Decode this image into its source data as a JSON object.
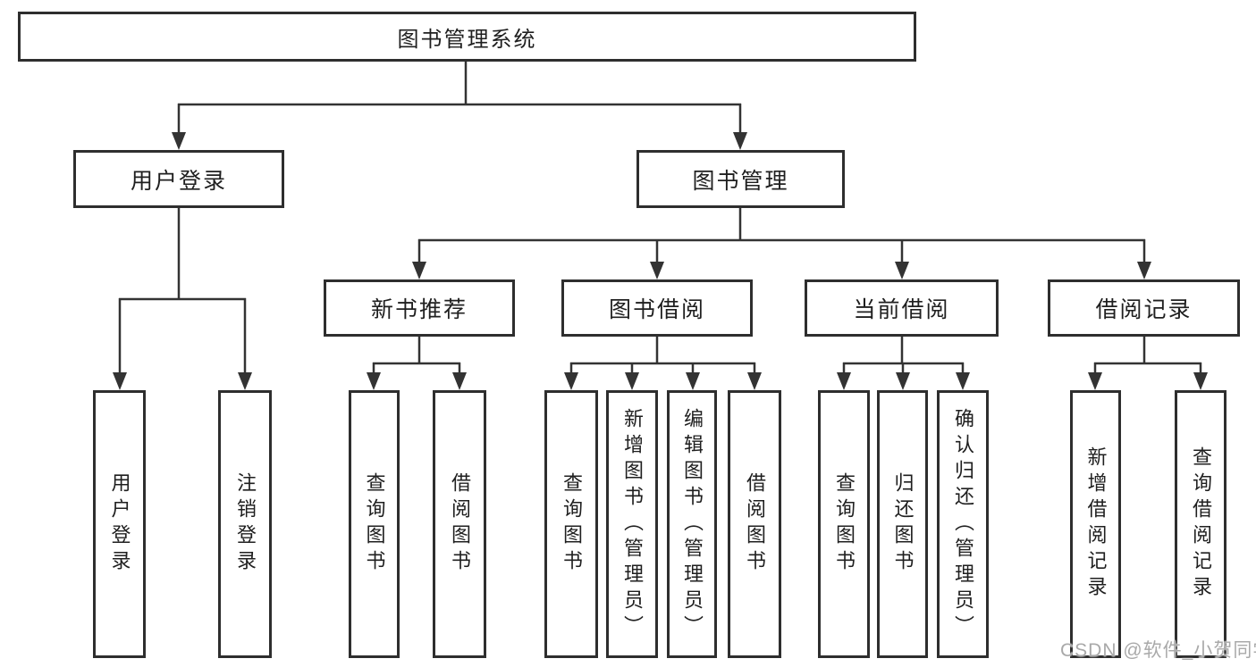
{
  "diagram": {
    "title": "图书管理系统",
    "children": [
      {
        "label": "用户登录",
        "children": [
          {
            "label": "用户登录"
          },
          {
            "label": "注销登录"
          }
        ]
      },
      {
        "label": "图书管理",
        "children": [
          {
            "label": "新书推荐",
            "children": [
              {
                "label": "查询图书"
              },
              {
                "label": "借阅图书"
              }
            ]
          },
          {
            "label": "图书借阅",
            "children": [
              {
                "label": "查询图书"
              },
              {
                "label": "新增图书（管理员）"
              },
              {
                "label": "编辑图书（管理员）"
              },
              {
                "label": "借阅图书"
              }
            ]
          },
          {
            "label": "当前借阅",
            "children": [
              {
                "label": "查询图书"
              },
              {
                "label": "归还图书"
              },
              {
                "label": "确认归还（管理员）"
              }
            ]
          },
          {
            "label": "借阅记录",
            "children": [
              {
                "label": "新增借阅记录"
              },
              {
                "label": "查询借阅记录"
              }
            ]
          }
        ]
      }
    ]
  },
  "watermark": {
    "text": "CSDN @软件_小贺同学"
  },
  "colors": {
    "line": "#333333",
    "border": "#2e2e2e",
    "text": "#1f1f1f",
    "background": "#ffffff",
    "watermark": "#a9a9a9"
  }
}
